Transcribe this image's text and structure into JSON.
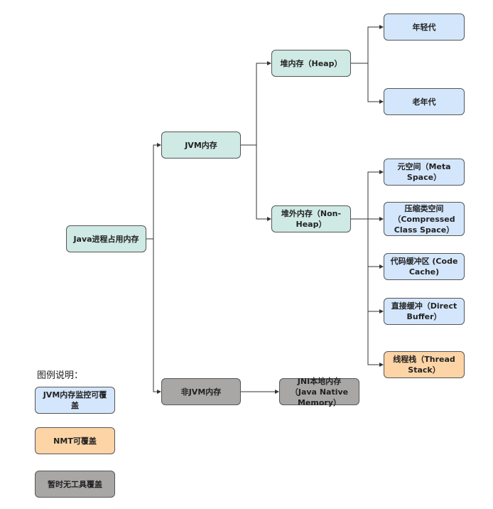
{
  "nodes": {
    "root": "Java进程占用内存",
    "jvm": "JVM内存",
    "heap": "堆内存（Heap）",
    "young": "年轻代",
    "old": "老年代",
    "nonheap": "堆外内存（Non-Heap）",
    "meta": "元空间（Meta Space）",
    "compressed": "压缩类空间（Compressed Class Space）",
    "codecache": "代码缓冲区 (Code Cache)",
    "direct": "直接缓冲（Direct Buffer）",
    "thread": "线程栈（Thread Stack）",
    "nonjvm": "非JVM内存",
    "jni": "JNI本地内存 （Java Native Memory）"
  },
  "legend": {
    "title": "图例说明：",
    "jvm_monitor": "JVM内存监控可覆盖",
    "nmt": "NMT可覆盖",
    "none": "暂时无工具覆盖"
  },
  "colors": {
    "teal": "#cfe9e4",
    "blue": "#d4e6fb",
    "orange": "#fcd4a6",
    "gray": "#a9a6a6"
  }
}
